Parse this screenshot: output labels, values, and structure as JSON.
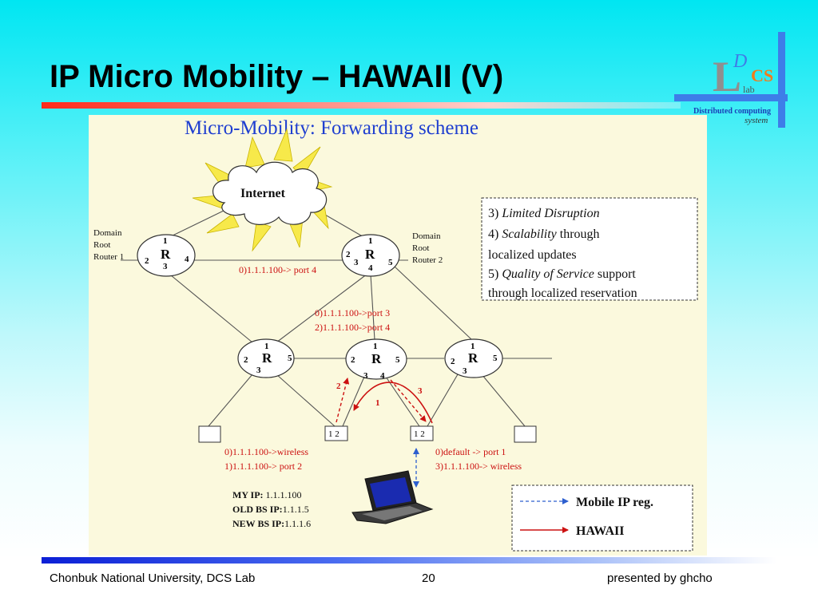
{
  "slide": {
    "title": "IP Micro Mobility – HAWAII (V)",
    "footer_left": "Chonbuk National University, DCS Lab",
    "page_number": "20",
    "footer_right": "presented by ghcho"
  },
  "logo": {
    "letters": "LDCS",
    "sub1": "lab",
    "sub2": "Distributed computing",
    "sub3": "system"
  },
  "colors": {
    "title": "#000000",
    "figure_bg": "#fbf9dd",
    "figure_title": "#1f3fd0",
    "hawaii_red": "#cc1111",
    "mobile_ip_blue": "#2d5fcf"
  },
  "diagram": {
    "title": "Micro-Mobility: Forwarding scheme",
    "internet": "Internet",
    "domain_root_1": [
      "Domain",
      "Root",
      "Router 1"
    ],
    "domain_root_2": [
      "Domain",
      "Root",
      "Router 2"
    ],
    "router_label": "R",
    "routers": {
      "drr1": {
        "p1": "1",
        "p2": "2",
        "p3": "3",
        "p4": "4"
      },
      "drr2": {
        "p1": "1",
        "p2": "2",
        "p3": "3",
        "p4": "4",
        "p5": "5"
      },
      "left": {
        "p1": "1",
        "p2": "2",
        "p3": "3",
        "p5": "5"
      },
      "mid": {
        "p1": "1",
        "p2": "2",
        "p3": "3",
        "p4": "4",
        "p5": "5"
      },
      "right": {
        "p1": "1",
        "p2": "2",
        "p3": "3",
        "p5": "5"
      }
    },
    "fwd_drr2": "0)1.1.1.100-> port 4",
    "fwd_mid_1": "0)1.1.1.100->port 3",
    "fwd_mid_2": "2)1.1.1.100->port 4",
    "bs_label": "1 2",
    "bs_old_1": "0)1.1.1.100->wireless",
    "bs_old_2": "1)1.1.1.100-> port 2",
    "bs_new_1": "0)default -> port 1",
    "bs_new_2": "3)1.1.1.100-> wireless",
    "arrow_1": "1",
    "arrow_2": "2",
    "arrow_3": "3",
    "features": {
      "l1_num": "3) ",
      "l1_ital": "Limited Disruption",
      "l2_num": "4) ",
      "l2_ital": "Scalability",
      "l2_rest": " through",
      "l3": "localized updates",
      "l4_num": "5) ",
      "l4_ital": "Quality of Service",
      "l4_rest": " support",
      "l5": "through localized reservation"
    },
    "ip_info": {
      "my_ip_label": "MY IP: ",
      "my_ip": "1.1.1.100",
      "old_bs_label": "OLD BS IP:",
      "old_bs": "1.1.1.5",
      "new_bs_label": "NEW BS IP:",
      "new_bs": "1.1.1.6"
    },
    "legend": {
      "mobile_ip": "Mobile IP reg.",
      "hawaii": "HAWAII"
    }
  }
}
